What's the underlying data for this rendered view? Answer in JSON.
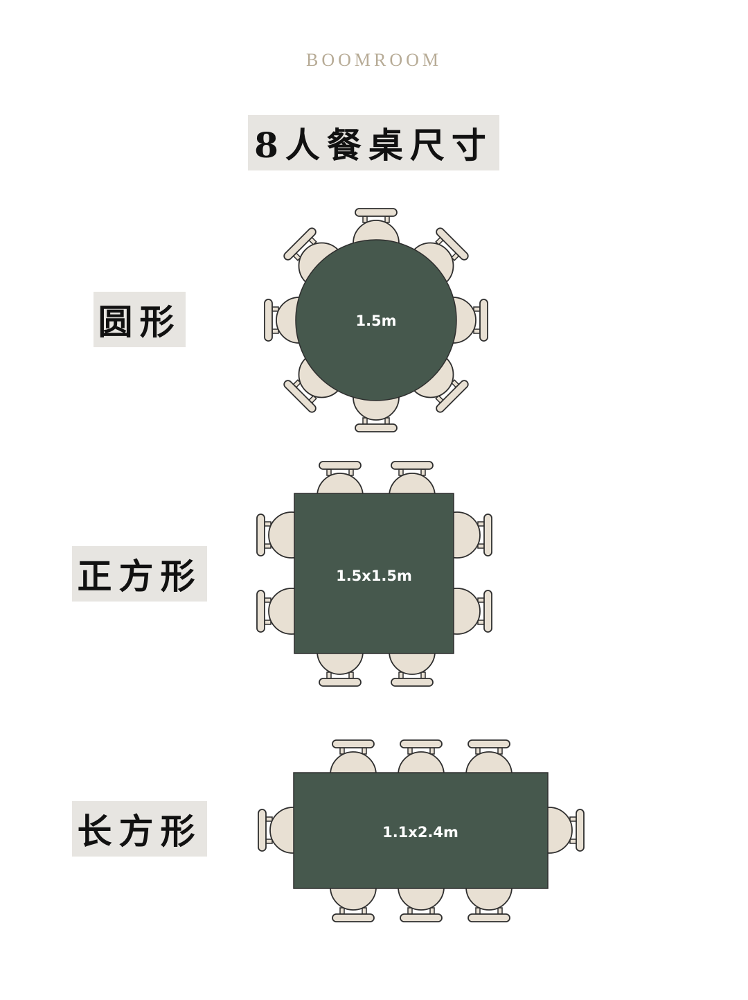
{
  "brand": "BOOMROOM",
  "title": "8人餐桌尺寸",
  "colors": {
    "table": "#46584d",
    "chair": "#e8e0d3",
    "outline": "#2e2e2e",
    "label_bg": "#e7e5e1",
    "brand": "#b7ab96"
  },
  "tables": [
    {
      "shape_label": "圆形",
      "shape": "round",
      "size": "1.5m",
      "seats": 8
    },
    {
      "shape_label": "正方形",
      "shape": "square",
      "size": "1.5x1.5m",
      "seats": 8
    },
    {
      "shape_label": "长方形",
      "shape": "rectangle",
      "size": "1.1x2.4m",
      "seats": 8
    }
  ]
}
